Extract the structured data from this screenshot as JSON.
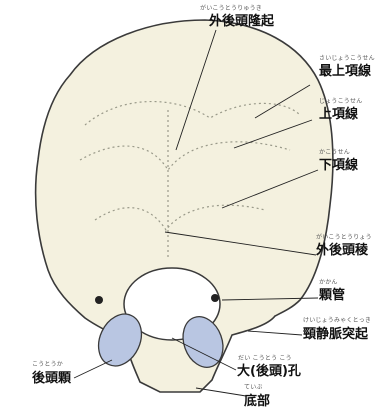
{
  "colors": {
    "bone": "#f4f1df",
    "outline": "#3a3a3a",
    "condyle": "#b9c6e2",
    "leader": "#222222"
  },
  "labels": [
    {
      "id": "ext-occ-protuberance",
      "text": "外後頭隆起",
      "ruby": "がいこうとうりゅうき"
    },
    {
      "id": "highest-nuchal-line",
      "text": "最上項線",
      "ruby": "さいじょうこうせん"
    },
    {
      "id": "superior-nuchal-line",
      "text": "上項線",
      "ruby": "じょうこうせん"
    },
    {
      "id": "inferior-nuchal-line",
      "text": "下項線",
      "ruby": "かこうせん"
    },
    {
      "id": "ext-occ-crest",
      "text": "外後頭稜",
      "ruby": "がいこうとうりょう"
    },
    {
      "id": "condylar-canal",
      "text": "顆管",
      "ruby": "かかん"
    },
    {
      "id": "jugular-process",
      "text": "頸静脈突起",
      "ruby": "けいじょうみゃくとっき"
    },
    {
      "id": "occipital-condyle",
      "text": "後頭顆",
      "ruby": "こうとうか"
    },
    {
      "id": "foramen-magnum",
      "text": "大(後頭)孔",
      "ruby": "だい こうとう こう"
    },
    {
      "id": "basilar-part",
      "text": "底部",
      "ruby": "ていぶ"
    }
  ]
}
